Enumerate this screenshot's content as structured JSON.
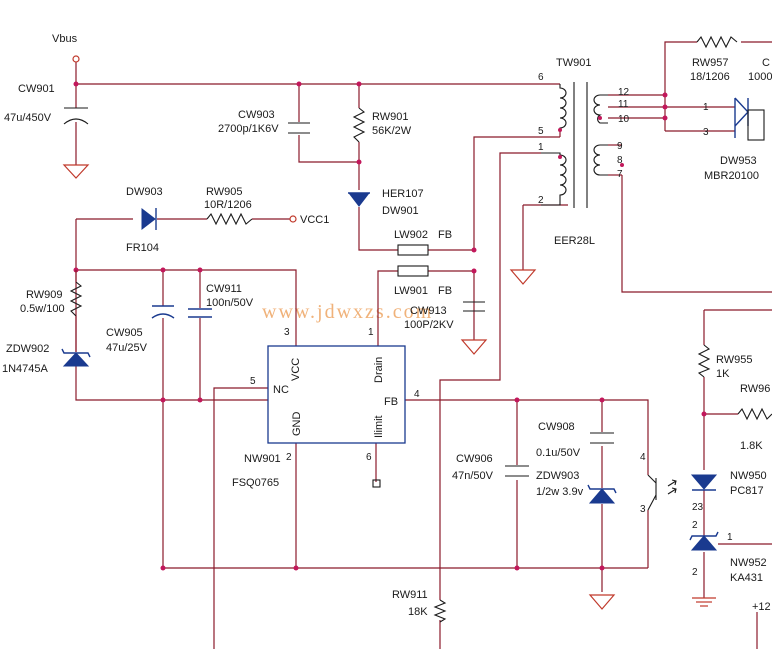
{
  "labels": {
    "vbus": "Vbus",
    "cw901_ref": "CW901",
    "cw901_val": "47u/450V",
    "cw903_ref": "CW903",
    "cw903_val": "2700p/1K6V",
    "rw901_ref": "RW901",
    "rw901_val": "56K/2W",
    "her107": "HER107",
    "dw901": "DW901",
    "dw903": "DW903",
    "fr104": "FR104",
    "rw905_ref": "RW905",
    "rw905_val": "10R/1206",
    "vcc1": "VCC1",
    "lw902": "LW902",
    "lw901": "LW901",
    "fb1": "FB",
    "fb2": "FB",
    "rw909_ref": "RW909",
    "rw909_val": "0.5w/100",
    "cw905_ref": "CW905",
    "cw905_val": "47u/25V",
    "cw911_ref": "CW911",
    "cw911_val": "100n/50V",
    "cw913_ref": "CW913",
    "cw913_val": "100P/2KV",
    "zdw902_ref": "ZDW902",
    "zdw902_val": "1N4745A",
    "nw901_ref": "NW901",
    "nw901_val": "FSQ0765",
    "tw901": "TW901",
    "eer28l": "EER28L",
    "rw957_ref": "RW957",
    "rw957_val": "18/1206",
    "cw_partial": "C",
    "cw_partial_val": "1000",
    "dw953_ref": "DW953",
    "dw953_val": "MBR20100",
    "cw906_ref": "CW906",
    "cw906_val": "47n/50V",
    "cw908_ref": "CW908",
    "cw908_val": "0.1u/50V",
    "zdw903_ref": "ZDW903",
    "zdw903_val": "1/2w 3.9v",
    "rw911_ref": "RW911",
    "rw911_val": "18K",
    "rw955_ref": "RW955",
    "rw955_val": "1K",
    "rw96_partial": "RW96",
    "r_1k8": "1.8K",
    "nw950_ref": "NW950",
    "nw950_val": "PC817",
    "nw952_ref": "NW952",
    "nw952_val": "KA431",
    "plus12": "+12",
    "watermark": "www.jdwxzs.com"
  },
  "ic_pins": {
    "vcc": "VCC",
    "nc": "NC",
    "gnd": "GND",
    "drain": "Drain",
    "fb": "FB",
    "ilimit": "Ilimit"
  },
  "pin_numbers": {
    "ic_vcc": "3",
    "ic_drain": "1",
    "ic_nc": "5",
    "ic_fb": "4",
    "ic_gnd": "2",
    "ic_ilimit": "6",
    "tw_p6": "6",
    "tw_p5": "5",
    "tw_p1": "1",
    "tw_p2": "2",
    "tw_s12": "12",
    "tw_s11": "11",
    "tw_s10": "10",
    "tw_s9": "9",
    "tw_s8": "8",
    "tw_s7": "7",
    "dw953_p1": "1",
    "dw953_p3": "3",
    "oc_p4": "4",
    "oc_p3": "3",
    "oc_p23": "23",
    "ka_p1": "1",
    "ka_p2": "2",
    "ka_p2b": "2"
  },
  "colors": {
    "wire": "#8b1a2b",
    "component": "#1a3a8f",
    "ground": "#c0392b",
    "junction": "#c2185b"
  }
}
